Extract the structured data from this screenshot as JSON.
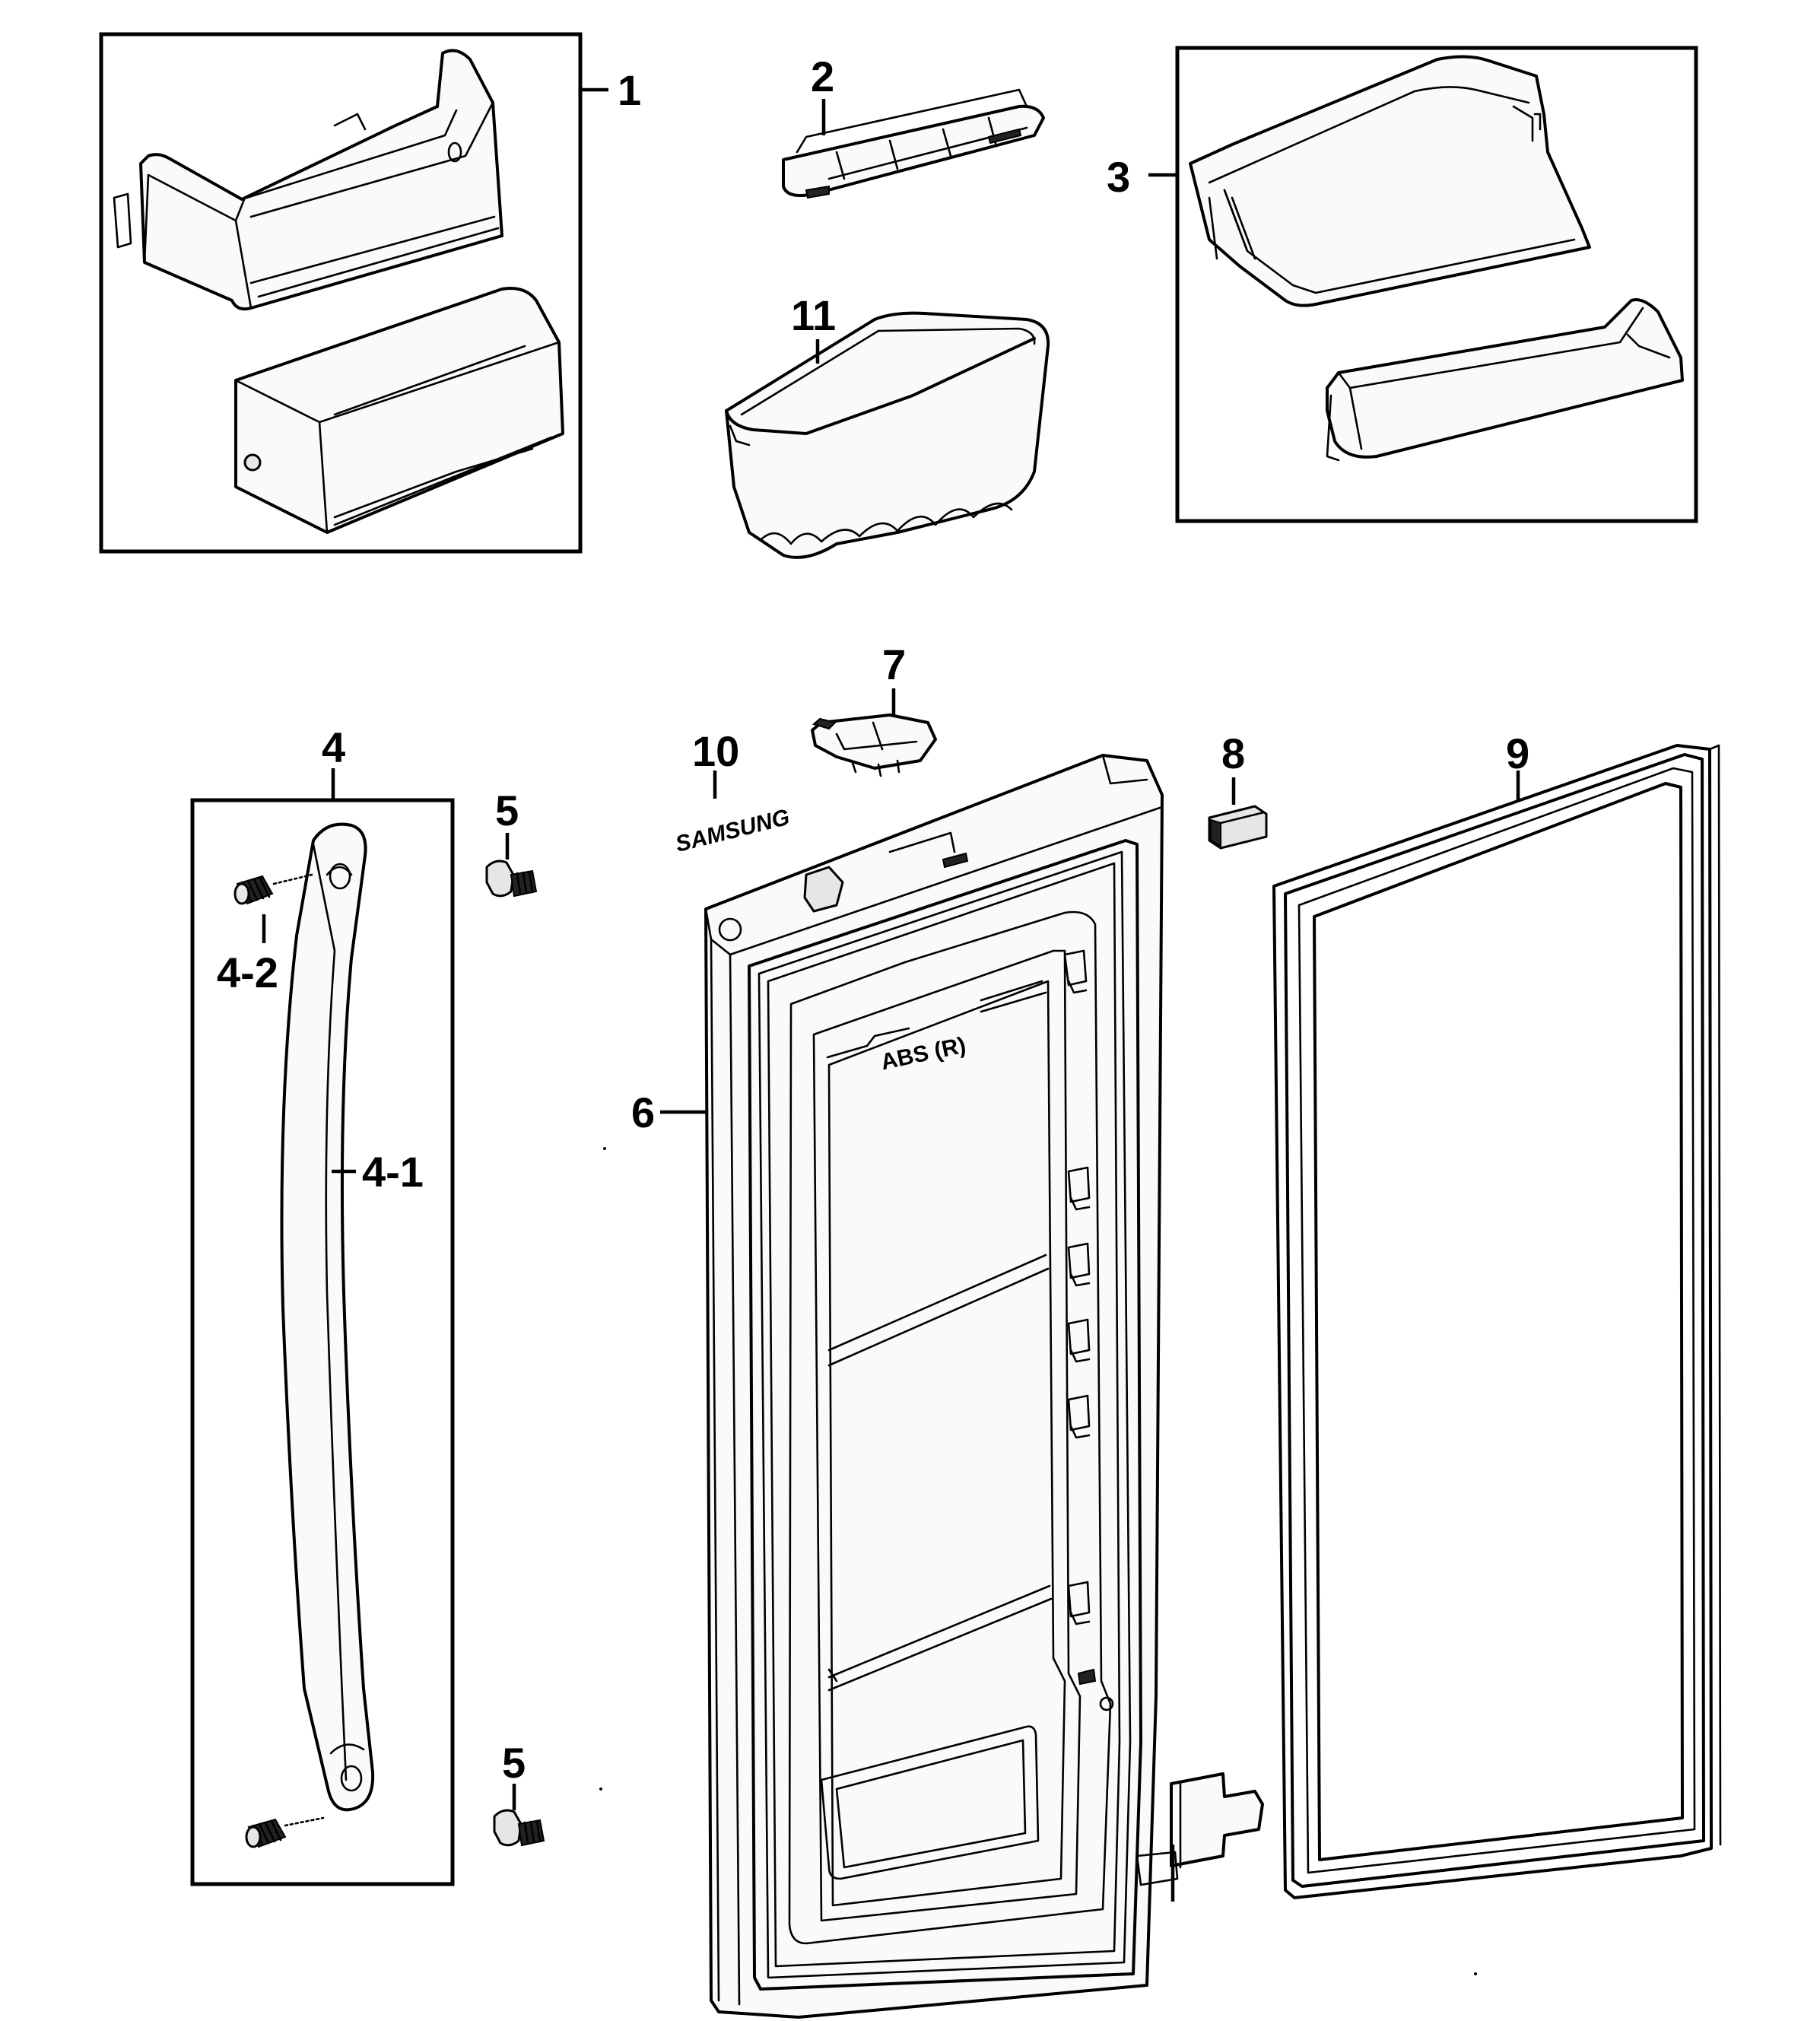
{
  "callouts": [
    {
      "id": "1",
      "label": "1"
    },
    {
      "id": "2",
      "label": "2"
    },
    {
      "id": "3",
      "label": "3"
    },
    {
      "id": "11",
      "label": "11"
    },
    {
      "id": "7",
      "label": "7"
    },
    {
      "id": "10",
      "label": "10"
    },
    {
      "id": "8",
      "label": "8"
    },
    {
      "id": "9",
      "label": "9"
    },
    {
      "id": "4",
      "label": "4"
    },
    {
      "id": "4-2",
      "label": "4-2"
    },
    {
      "id": "4-1",
      "label": "4-1"
    },
    {
      "id": "5a",
      "label": "5"
    },
    {
      "id": "5b",
      "label": "5"
    },
    {
      "id": "6",
      "label": "6"
    }
  ],
  "embossed_text": "ABS (R)",
  "brand_mark": "SAMSUNG"
}
